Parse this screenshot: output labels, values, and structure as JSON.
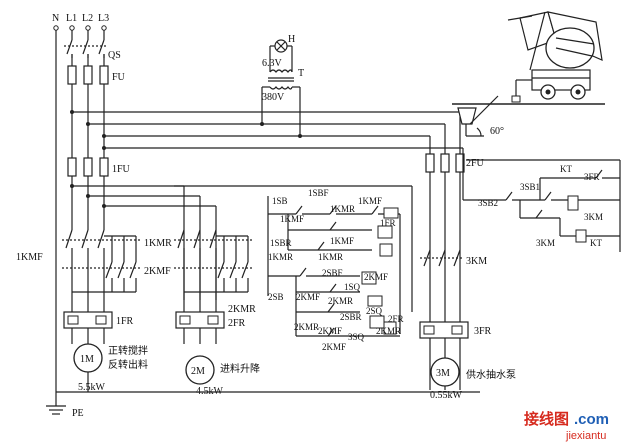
{
  "supply": {
    "n": "N",
    "l1": "L1",
    "l2": "L2",
    "l3": "L3",
    "pe": "PE"
  },
  "breakers": {
    "qs": "QS",
    "fu": "FU",
    "fu1": "1FU",
    "fu2": "2FU"
  },
  "lamp": {
    "h": "H",
    "t": "T",
    "v_low": "6.3V",
    "v_high": "380V"
  },
  "contactors": {
    "kmf1": "1KMF",
    "kmr1": "1KMR",
    "kmf2": "2KMF",
    "kmr2": "2KMR",
    "km3": "3KM",
    "kmf1_c1": "1KMF",
    "kmr1_c1": "1KMR",
    "kmf1_c2": "1KMF",
    "kmr1_c2": "1KMR",
    "kmf2_c1": "2KMF",
    "kmr2_c1": "2KMR",
    "kmf2_c2": "2KMF",
    "kmr2_c2": "2KMR",
    "kmf2_c3": "2KMF",
    "km3_c": "3KM",
    "km3_c2": "3KM",
    "kt_c": "KT",
    "kt_coil": "KT",
    "kmf1_lbl": "1KMF"
  },
  "overload": {
    "fr1": "1FR",
    "fr2": "2FR",
    "fr3": "3FR",
    "fr1c": "1FR",
    "fr2c": "2FR",
    "fr3c": "3FR"
  },
  "buttons": {
    "sb1": "1SB",
    "sbf1": "1SBF",
    "sbr1": "1SBR",
    "sb2": "2SB",
    "sbf2": "2SBF",
    "sbr2": "2SBR",
    "sb3": "3SB2",
    "sb3b": "3SB1"
  },
  "limits": {
    "sq1": "1SQ",
    "sq2": "2SQ",
    "sq3": "3SQ"
  },
  "motors": {
    "m1": {
      "id": "1M",
      "desc1": "正转搅拌",
      "desc2": "反转出料",
      "power": "5.5kW"
    },
    "m2": {
      "id": "2M",
      "desc": "进料升降",
      "power": "4.5kW"
    },
    "m3": {
      "id": "3M",
      "desc": "供水抽水泵",
      "power": "0.55kW"
    }
  },
  "mixer": {
    "angle": "60°"
  },
  "watermark": {
    "main": "接线图",
    "dot": ".com",
    "url": "jiexiantu"
  },
  "colors": {
    "line": "#222222",
    "watermark_red": "#d62a1e",
    "watermark_blue": "#1f5fb5"
  }
}
